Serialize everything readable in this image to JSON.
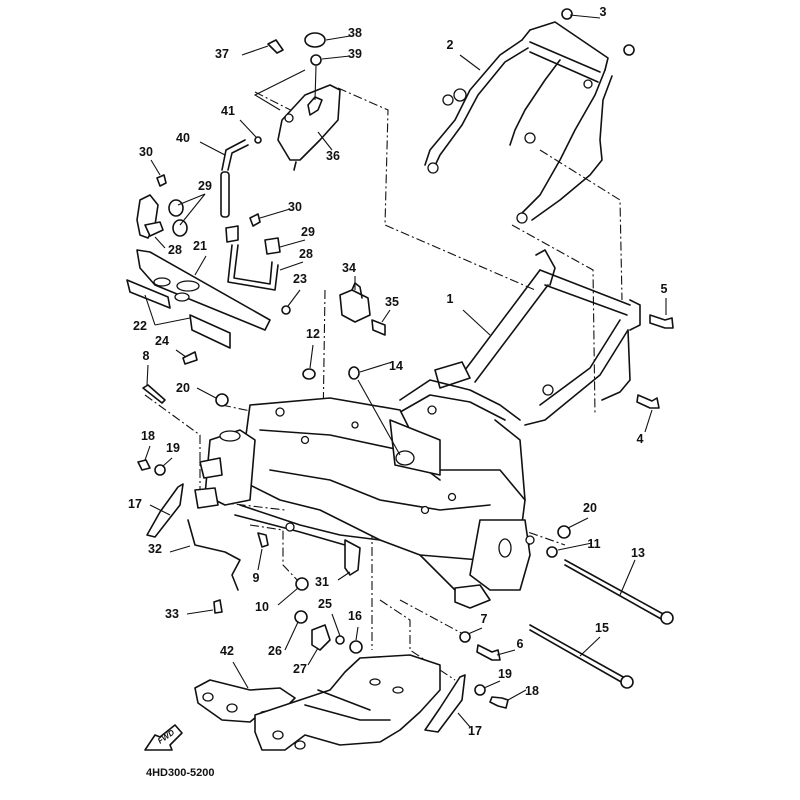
{
  "diagram": {
    "title": "Frame",
    "diagram_code": "4HD300-5200",
    "direction_marker": "FWD",
    "line_color": "#111111",
    "background_color": "#ffffff"
  },
  "callouts": [
    {
      "id": "c1",
      "label": "1",
      "part": "main-frame"
    },
    {
      "id": "c2",
      "label": "2",
      "part": "rear-subframe"
    },
    {
      "id": "c3",
      "label": "3",
      "part": "cap"
    },
    {
      "id": "c4",
      "label": "4",
      "part": "bolt"
    },
    {
      "id": "c5",
      "label": "5",
      "part": "bolt"
    },
    {
      "id": "c6",
      "label": "6",
      "part": "bolt"
    },
    {
      "id": "c7",
      "label": "7",
      "part": "washer"
    },
    {
      "id": "c8",
      "label": "8",
      "part": "bolt"
    },
    {
      "id": "c9",
      "label": "9",
      "part": "clip"
    },
    {
      "id": "c10",
      "label": "10",
      "part": "collar"
    },
    {
      "id": "c11",
      "label": "11",
      "part": "collar"
    },
    {
      "id": "c12",
      "label": "12",
      "part": "collar"
    },
    {
      "id": "c13",
      "label": "13",
      "part": "engine-mount-bolt"
    },
    {
      "id": "c14",
      "label": "14",
      "part": "grommet"
    },
    {
      "id": "c15",
      "label": "15",
      "part": "engine-mount-bolt"
    },
    {
      "id": "c16",
      "label": "16",
      "part": "nut"
    },
    {
      "id": "c17a",
      "label": "17",
      "part": "bracket-left"
    },
    {
      "id": "c17b",
      "label": "17",
      "part": "bracket-right"
    },
    {
      "id": "c18a",
      "label": "18",
      "part": "bolt-left"
    },
    {
      "id": "c18b",
      "label": "18",
      "part": "bolt-right"
    },
    {
      "id": "c19a",
      "label": "19",
      "part": "washer-left"
    },
    {
      "id": "c19b",
      "label": "19",
      "part": "washer-right"
    },
    {
      "id": "c20a",
      "label": "20",
      "part": "cap-left"
    },
    {
      "id": "c20b",
      "label": "20",
      "part": "cap-right"
    },
    {
      "id": "c21",
      "label": "21",
      "part": "plate"
    },
    {
      "id": "c22",
      "label": "22",
      "part": "bracket"
    },
    {
      "id": "c23",
      "label": "23",
      "part": "nut"
    },
    {
      "id": "c24",
      "label": "24",
      "part": "screw"
    },
    {
      "id": "c25",
      "label": "25",
      "part": "washer"
    },
    {
      "id": "c26",
      "label": "26",
      "part": "collar"
    },
    {
      "id": "c27",
      "label": "27",
      "part": "clamp"
    },
    {
      "id": "c28a",
      "label": "28",
      "part": "stay-left"
    },
    {
      "id": "c28b",
      "label": "28",
      "part": "stay-right"
    },
    {
      "id": "c29a",
      "label": "29",
      "part": "damper-left"
    },
    {
      "id": "c29b",
      "label": "29",
      "part": "damper-right"
    },
    {
      "id": "c30a",
      "label": "30",
      "part": "bolt-left"
    },
    {
      "id": "c30b",
      "label": "30",
      "part": "bolt-right"
    },
    {
      "id": "c31",
      "label": "31",
      "part": "clamp"
    },
    {
      "id": "c32",
      "label": "32",
      "part": "wire-lead"
    },
    {
      "id": "c33",
      "label": "33",
      "part": "screw"
    },
    {
      "id": "c34",
      "label": "34",
      "part": "holder"
    },
    {
      "id": "c35",
      "label": "35",
      "part": "bolt"
    },
    {
      "id": "c36",
      "label": "36",
      "part": "reservoir-tank"
    },
    {
      "id": "c37",
      "label": "37",
      "part": "bolt"
    },
    {
      "id": "c38",
      "label": "38",
      "part": "cap"
    },
    {
      "id": "c39",
      "label": "39",
      "part": "washer"
    },
    {
      "id": "c40",
      "label": "40",
      "part": "hose"
    },
    {
      "id": "c41",
      "label": "41",
      "part": "clip"
    },
    {
      "id": "c42",
      "label": "42",
      "part": "under-cover"
    }
  ]
}
